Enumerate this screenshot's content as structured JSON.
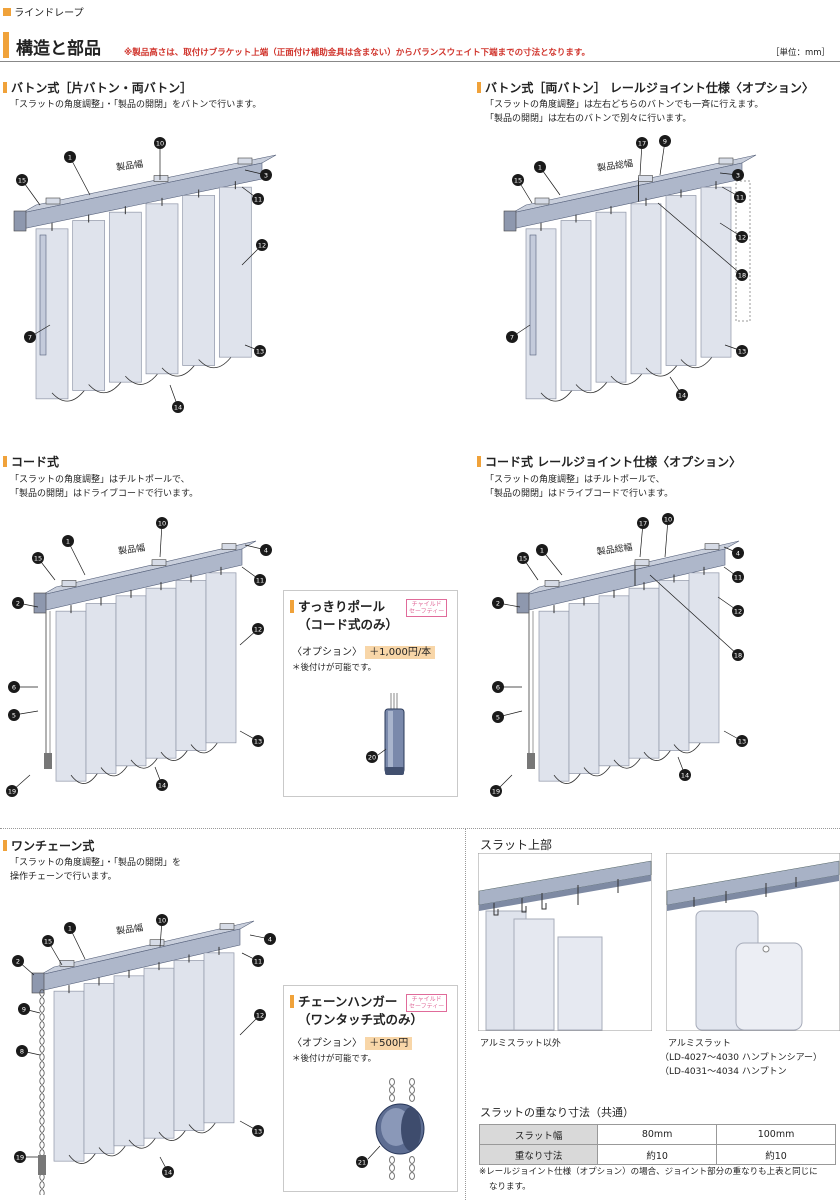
{
  "header": {
    "breadcrumb": "ラインドレープ",
    "title": "構造と部品",
    "note": "※製品高さは、取付けブラケット上端（正面付け補助金具は含まない）からバランスウェイト下端までの寸法となります。",
    "unit": "［単位：mm］"
  },
  "sections": {
    "baton": {
      "title": "バトン式［片バトン・両バトン］",
      "desc1": "「スラットの角度調整」・「製品の開閉」をバトンで行います。",
      "width_label": "製品幅"
    },
    "baton_joint": {
      "title": "バトン式［両バトン］ レールジョイント仕様〈オプション〉",
      "desc1": "「スラットの角度調整」は左右どちらのバトンでも一斉に行えます。",
      "desc2": "「製品の開閉」は左右のバトンで別々に行います。",
      "width_label": "製品総幅"
    },
    "cord": {
      "title": "コード式",
      "desc1": "「スラットの角度調整」はチルトポールで、",
      "desc2": "「製品の開閉」はドライブコードで行います。",
      "width_label": "製品幅"
    },
    "cord_joint": {
      "title": "コード式 レールジョイント仕様〈オプション〉",
      "desc1": "「スラットの角度調整」はチルトポールで、",
      "desc2": "「製品の開閉」はドライブコードで行います。",
      "width_label": "製品総幅"
    },
    "chain": {
      "title": "ワンチェーン式",
      "desc1": "「スラットの角度調整」・「製品の開閉」を",
      "desc2": "操作チェーンで行います。",
      "width_label": "製品幅"
    }
  },
  "options": {
    "pole": {
      "title1": "すっきりポール",
      "title2": "（コード式のみ）",
      "badge1": "チャイルド",
      "badge2": "セーフティー",
      "option_label": "〈オプション〉",
      "price": "＋1,000円/本",
      "note": "＊後付けが可能です。",
      "part_no": "20"
    },
    "hanger": {
      "title1": "チェーンハンガー",
      "title2": "（ワンタッチ式のみ）",
      "badge1": "チャイルド",
      "badge2": "セーフティー",
      "option_label": "〈オプション〉",
      "price": "＋500円",
      "note": "＊後付けが可能です。",
      "part_no": "21"
    }
  },
  "slat_top": {
    "title": "スラット上部",
    "caption_left": "アルミスラット以外",
    "caption_right": "アルミスラット",
    "caption_right_2": "（LD-4027～4030 ハンプトンシアー）",
    "caption_right_3": "（LD-4031～4034 ハンプトン"
  },
  "overlap": {
    "title": "スラットの重なり寸法（共通）",
    "headers": [
      "スラット幅",
      "80mm",
      "100mm"
    ],
    "row": [
      "重なり寸法",
      "約10",
      "約10"
    ],
    "note1": "※レールジョイント仕様（オプション）の場合、ジョイント部分の重なりも上表と同じに",
    "note2": "なります。"
  },
  "colors": {
    "accent": "#f0a23a",
    "red_note": "#d0342c",
    "callout": "#1a1a1a",
    "fabric": "#dde1ec",
    "rail": "#b4bccd"
  }
}
